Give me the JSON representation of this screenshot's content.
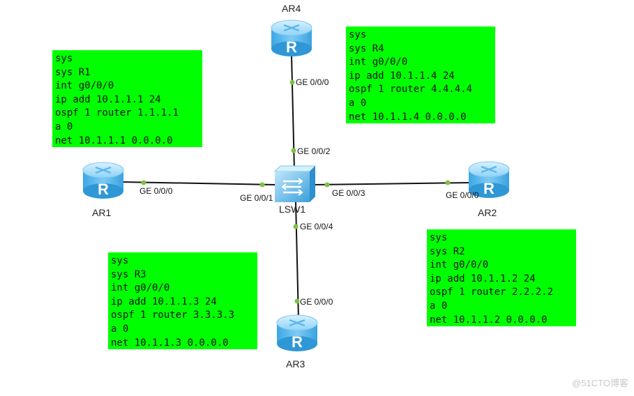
{
  "devices": {
    "ar1": {
      "name": "AR1",
      "type": "router"
    },
    "ar2": {
      "name": "AR2",
      "type": "router"
    },
    "ar3": {
      "name": "AR3",
      "type": "router"
    },
    "ar4": {
      "name": "AR4",
      "type": "router"
    },
    "lsw1": {
      "name": "LSW1",
      "type": "switch"
    }
  },
  "ports": {
    "ar1_ge000": "GE 0/0/0",
    "ar2_ge000": "GE 0/0/0",
    "ar3_ge000": "GE 0/0/0",
    "ar4_ge000": "GE 0/0/0",
    "lsw1_ge001": "GE 0/0/1",
    "lsw1_ge002": "GE 0/0/2",
    "lsw1_ge003": "GE 0/0/3",
    "lsw1_ge004": "GE 0/0/4"
  },
  "configs": {
    "r1": [
      "sys",
      "sys R1",
      "int g0/0/0",
      "ip add 10.1.1.1 24",
      "ospf 1 router 1.1.1.1",
      "a 0",
      "net 10.1.1.1 0.0.0.0"
    ],
    "r2": [
      "sys",
      "sys R2",
      "int g0/0/0",
      "ip add 10.1.1.2 24",
      "ospf 1 router 2.2.2.2",
      "a 0",
      "net 10.1.1.2 0.0.0.0"
    ],
    "r3": [
      "sys",
      "sys R3",
      "int g0/0/0",
      "ip add 10.1.1.3 24",
      "ospf 1 router 3.3.3.3",
      "a 0",
      "net 10.1.1.3 0.0.0.0"
    ],
    "r4": [
      "sys",
      "sys R4",
      "int g0/0/0",
      "ip add 10.1.1.4 24",
      "ospf 1 router 4.4.4.4",
      "a 0",
      "net 10.1.1.4 0.0.0.0"
    ]
  },
  "router_glyph": "R",
  "watermark": "@51CTO博客",
  "colors": {
    "note_bg": "#00ff00",
    "router_blue": "#5ab8ee",
    "port_dot": "#7dc242",
    "link": "#111111"
  }
}
